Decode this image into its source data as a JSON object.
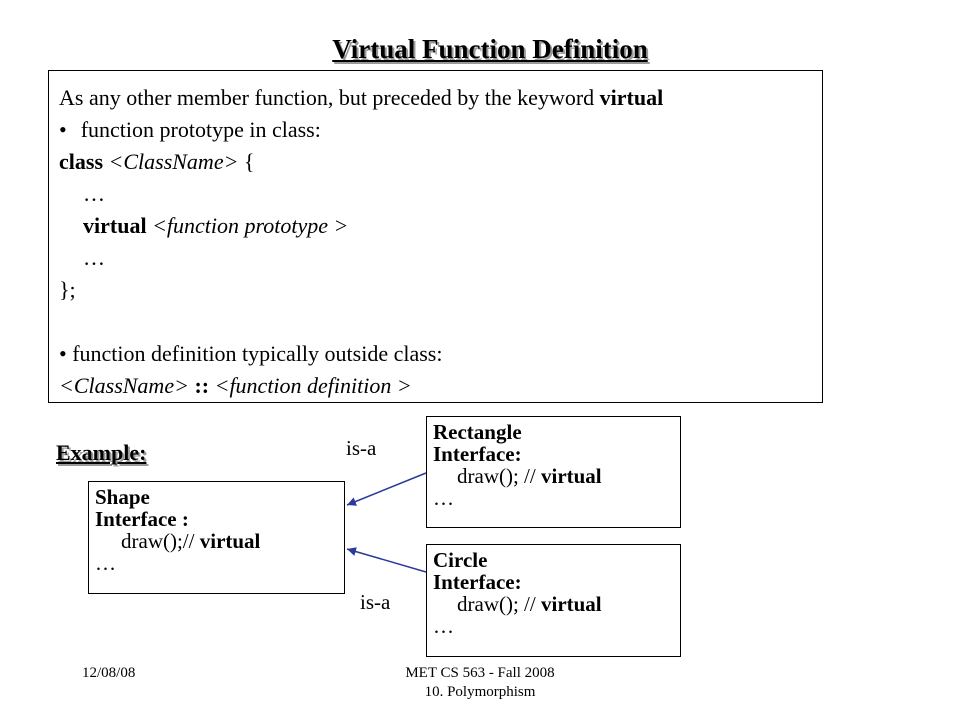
{
  "title": "Virtual Function Definition",
  "definition": {
    "intro_text": "As any other member function, but preceded by the keyword ",
    "intro_keyword": "virtual",
    "bullet": "•",
    "bullet1": "function prototype in class:",
    "class_keyword": "class",
    "class_placeholder": "<ClassName>",
    "open_brace": "{",
    "ellipsis1": "…",
    "virtual_keyword": "virtual",
    "prototype_placeholder": "<function prototype >",
    "ellipsis2": "…",
    "close_brace": "};",
    "bullet2": "function definition typically outside class:",
    "def_class_placeholder": "<ClassName>",
    "scope_operator": "::",
    "def_placeholder": "<function definition >"
  },
  "example_label": "Example:",
  "relations": {
    "rect_label": "is-a",
    "circle_label": "is-a"
  },
  "classes": {
    "shape": {
      "name": "Shape",
      "interface_label": "Interface :",
      "method": "draw();// ",
      "method_keyword": "virtual",
      "ellipsis": "…"
    },
    "rectangle": {
      "name": "Rectangle",
      "interface_label": "Interface:",
      "method": "draw(); // ",
      "method_keyword": "virtual",
      "ellipsis": "…"
    },
    "circle": {
      "name": "Circle",
      "interface_label": "Interface:",
      "method": "draw(); // ",
      "method_keyword": "virtual",
      "ellipsis": "…"
    }
  },
  "footer": {
    "date": "12/08/08",
    "course": "MET CS 563 - Fall 2008",
    "chapter": "10. Polymorphism"
  },
  "colors": {
    "arrow": "#2b3a9a",
    "shadow": "#9a9a9a"
  }
}
